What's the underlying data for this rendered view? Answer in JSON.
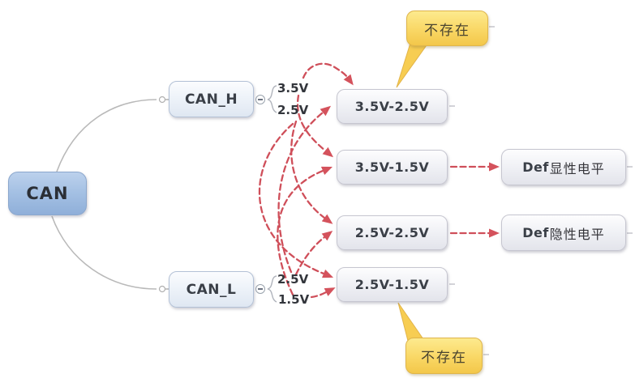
{
  "map": {
    "root": {
      "label": "CAN"
    },
    "branches": [
      {
        "label": "CAN_H",
        "values": [
          {
            "label": "3.5V"
          },
          {
            "label": "2.5V"
          }
        ]
      },
      {
        "label": "CAN_L",
        "values": [
          {
            "label": "2.5V"
          },
          {
            "label": "1.5V"
          }
        ]
      }
    ],
    "combinations": [
      {
        "label": "3.5V-2.5V"
      },
      {
        "label": "3.5V-1.5V"
      },
      {
        "label": "2.5V-2.5V"
      },
      {
        "label": "2.5V-1.5V"
      }
    ],
    "results": [
      {
        "prefix": "Def",
        "text": "显性电平"
      },
      {
        "prefix": "Def",
        "text": "隐性电平"
      }
    ],
    "callouts": [
      {
        "text": "不存在",
        "attached_to": "3.5V-2.5V"
      },
      {
        "text": "不存在",
        "attached_to": "2.5V-1.5V"
      }
    ],
    "relations": [
      {
        "from": "CAN_H 3.5V",
        "to": "3.5V-2.5V"
      },
      {
        "from": "CAN_H 3.5V",
        "to": "3.5V-1.5V"
      },
      {
        "from": "CAN_H 2.5V",
        "to": "2.5V-2.5V"
      },
      {
        "from": "CAN_H 2.5V",
        "to": "2.5V-1.5V"
      },
      {
        "from": "CAN_L 2.5V",
        "to": "3.5V-2.5V"
      },
      {
        "from": "CAN_L 2.5V",
        "to": "2.5V-2.5V"
      },
      {
        "from": "CAN_L 1.5V",
        "to": "3.5V-1.5V"
      },
      {
        "from": "CAN_L 1.5V",
        "to": "2.5V-1.5V"
      },
      {
        "from": "3.5V-1.5V",
        "to": "Def显性电平"
      },
      {
        "from": "2.5V-2.5V",
        "to": "Def隐性电平"
      }
    ],
    "colors": {
      "arrow_red": "#d0505b",
      "root_blue": "#a5c1e4",
      "callout_yellow": "#f9d765",
      "wire_gray": "#b9b9b9",
      "node_border": "#c6c6d0"
    }
  }
}
